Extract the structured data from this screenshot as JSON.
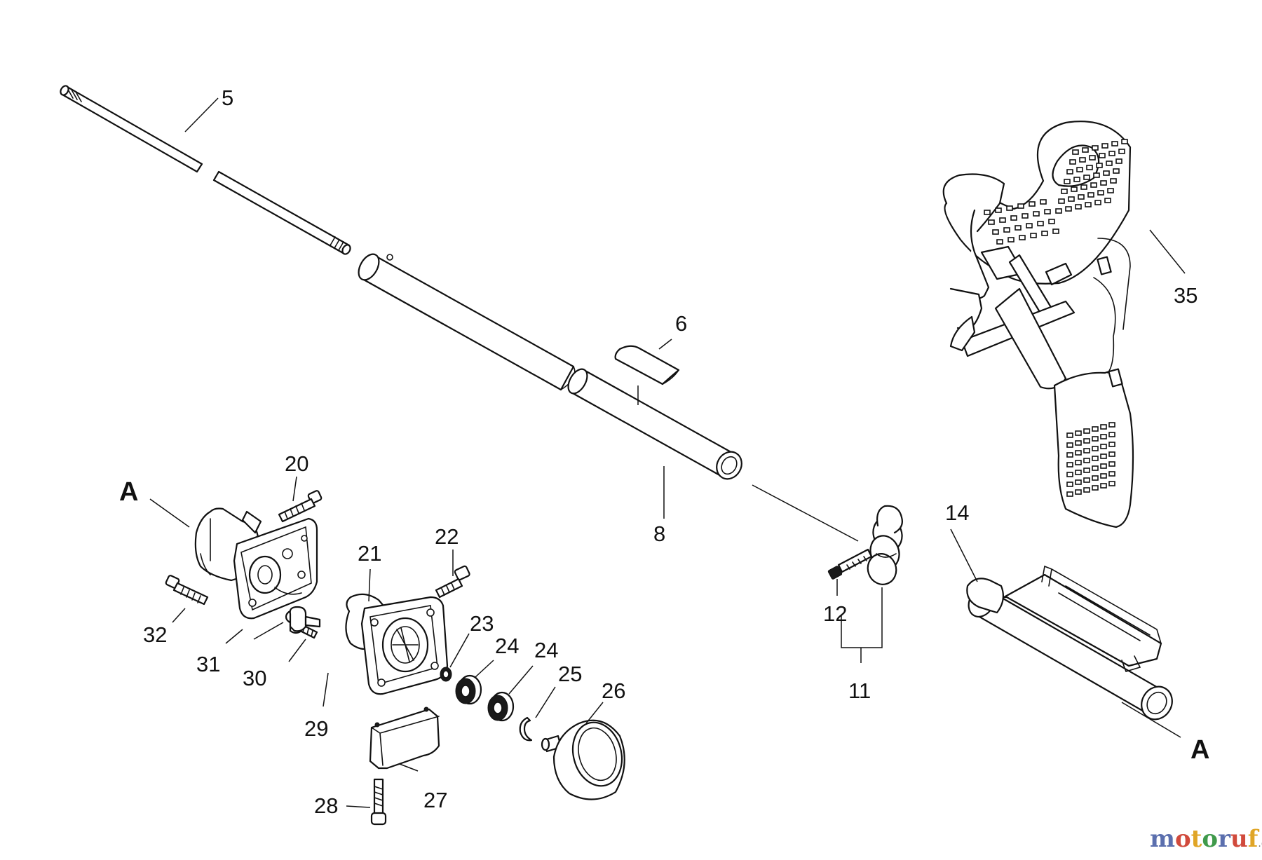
{
  "callouts": {
    "c5": "5",
    "c6": "6",
    "c8": "8",
    "c11": "11",
    "c12": "12",
    "c14": "14",
    "c20": "20",
    "c21": "21",
    "c22": "22",
    "c23": "23",
    "c24a": "24",
    "c24b": "24",
    "c25": "25",
    "c26": "26",
    "c27": "27",
    "c28": "28",
    "c29": "29",
    "c30": "30",
    "c31": "31",
    "c32": "32",
    "c35": "35"
  },
  "reference_marks": {
    "left": "A",
    "right": "A"
  },
  "watermark": {
    "brand": "motoruf",
    "tld": ".de",
    "colors": [
      "#5b6fae",
      "#d14a3c",
      "#e0a526",
      "#3f9a4b"
    ]
  },
  "icons": [
    "drive-shaft-icon",
    "shaft-tube-icon",
    "shaft-liner-icon",
    "hanger-clamp-icon",
    "handle-grip-icon",
    "harness-icon",
    "gear-case-icon",
    "bearing-icon",
    "snap-ring-icon",
    "spool-hub-icon",
    "bolt-icon",
    "guard-bracket-icon"
  ]
}
